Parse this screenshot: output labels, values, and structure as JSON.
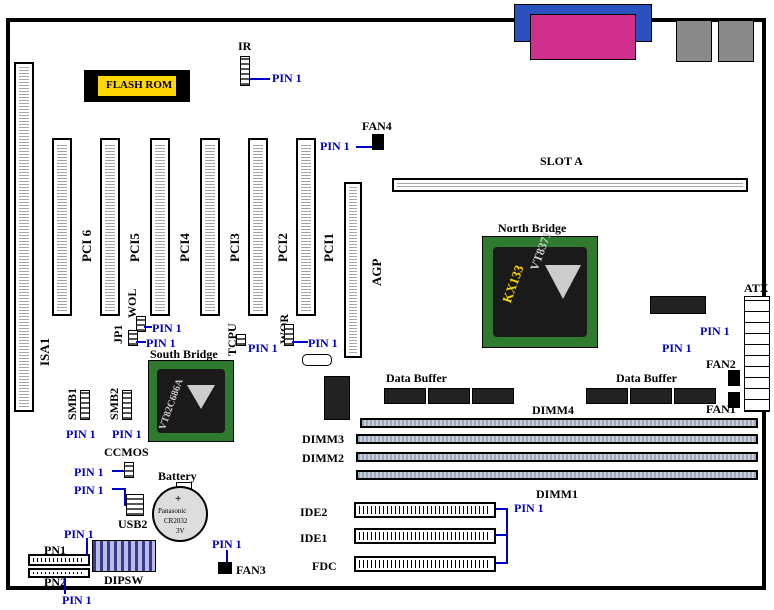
{
  "labels": {
    "ir": "IR",
    "flash_rom": "FLASH ROM",
    "fan4": "FAN4",
    "slot_a": "SLOT A",
    "north_bridge": "North Bridge",
    "north_chip_line1": "VT8371",
    "north_chip_line2": "KX133",
    "south_bridge": "South Bridge",
    "south_chip": "VT82C686A",
    "atx": "ATX",
    "fan2": "FAN2",
    "fan1": "FAN1",
    "fan3": "FAN3",
    "data_buffer_left": "Data Buffer",
    "data_buffer_right": "Data Buffer",
    "dimm4": "DIMM4",
    "dimm3": "DIMM3",
    "dimm2": "DIMM2",
    "dimm1": "DIMM1",
    "ide2": "IDE2",
    "ide1": "IDE1",
    "fdc": "FDC",
    "ccmos": "CCMOS",
    "battery": "Battery",
    "battery_text1": "Panasonic",
    "battery_text2": "CR2032",
    "battery_text3": "3V",
    "usb2": "USB2",
    "pn1": "PN1",
    "pn2": "PN2",
    "dipsw": "DIPSW",
    "isa1": "ISA1",
    "pci6": "PCI 6",
    "pci5": "PCI5",
    "pci4": "PCI4",
    "pci3": "PCI3",
    "pci2": "PCI2",
    "pci1": "PCI1",
    "agp": "AGP",
    "wol": "WOL",
    "wor": "WOR",
    "jp1": "JP1",
    "tcpu": "TCPU",
    "smb1": "SMB1",
    "smb2": "SMB2",
    "pin1": "PIN 1"
  }
}
